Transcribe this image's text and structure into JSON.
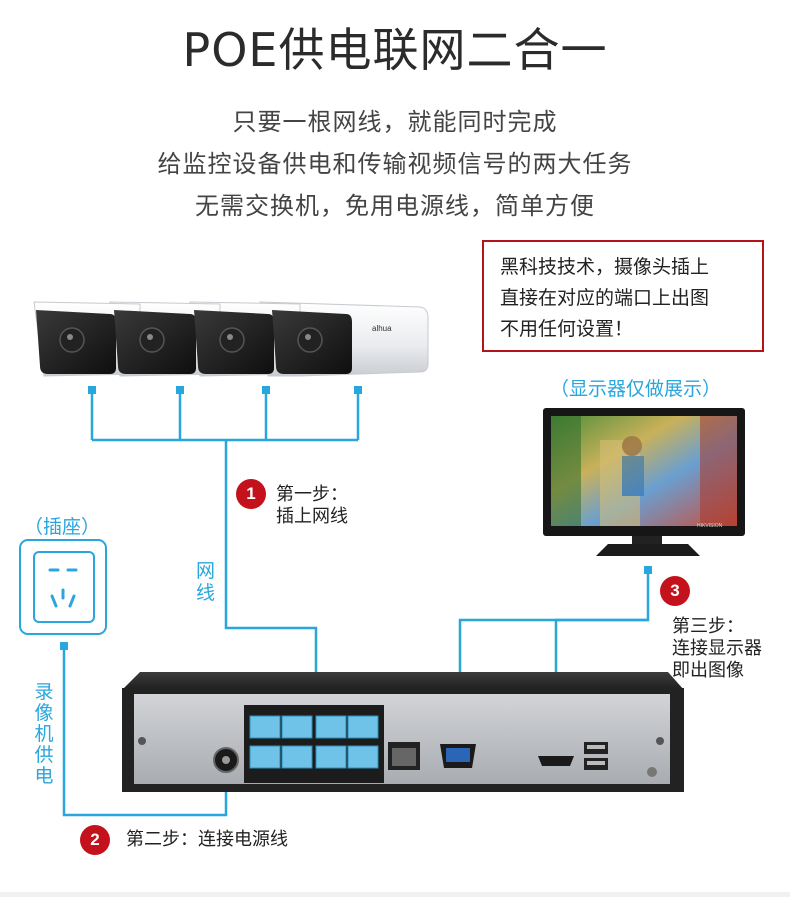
{
  "title": "POE供电联网二合一",
  "subtitle_lines": [
    "只要一根网线，就能同时完成",
    "给监控设备供电和传输视频信号的两大任务",
    "无需交换机，免用电源线，简单方便"
  ],
  "callout": {
    "lines": [
      "黑科技技术，摄像头插上",
      "直接在对应的端口上出图",
      "不用任何设置！"
    ]
  },
  "monitor_label": "（显示器仅做展示）",
  "monitor_brand": "HIKVISION",
  "camera_brand": "alhua",
  "socket_label": "（插座）",
  "cable_label": "网线",
  "nvr_power_label": "录像机供电",
  "steps": [
    {
      "number": "1",
      "lines": [
        "第一步：",
        "插上网线"
      ]
    },
    {
      "number": "2",
      "lines": [
        "第二步：连接电源线"
      ]
    },
    {
      "number": "3",
      "lines": [
        "第三步：",
        "连接显示器",
        "即出图像"
      ]
    }
  ],
  "colors": {
    "accent_blue": "#29a6dd",
    "step_red": "#c3121c",
    "callout_border": "#b5131a",
    "nvr_body": "#2b2b2b",
    "nvr_panel": "#b9bcc0"
  },
  "icons": [
    "camera-icon",
    "socket-icon",
    "monitor-icon",
    "nvr-device-icon"
  ]
}
